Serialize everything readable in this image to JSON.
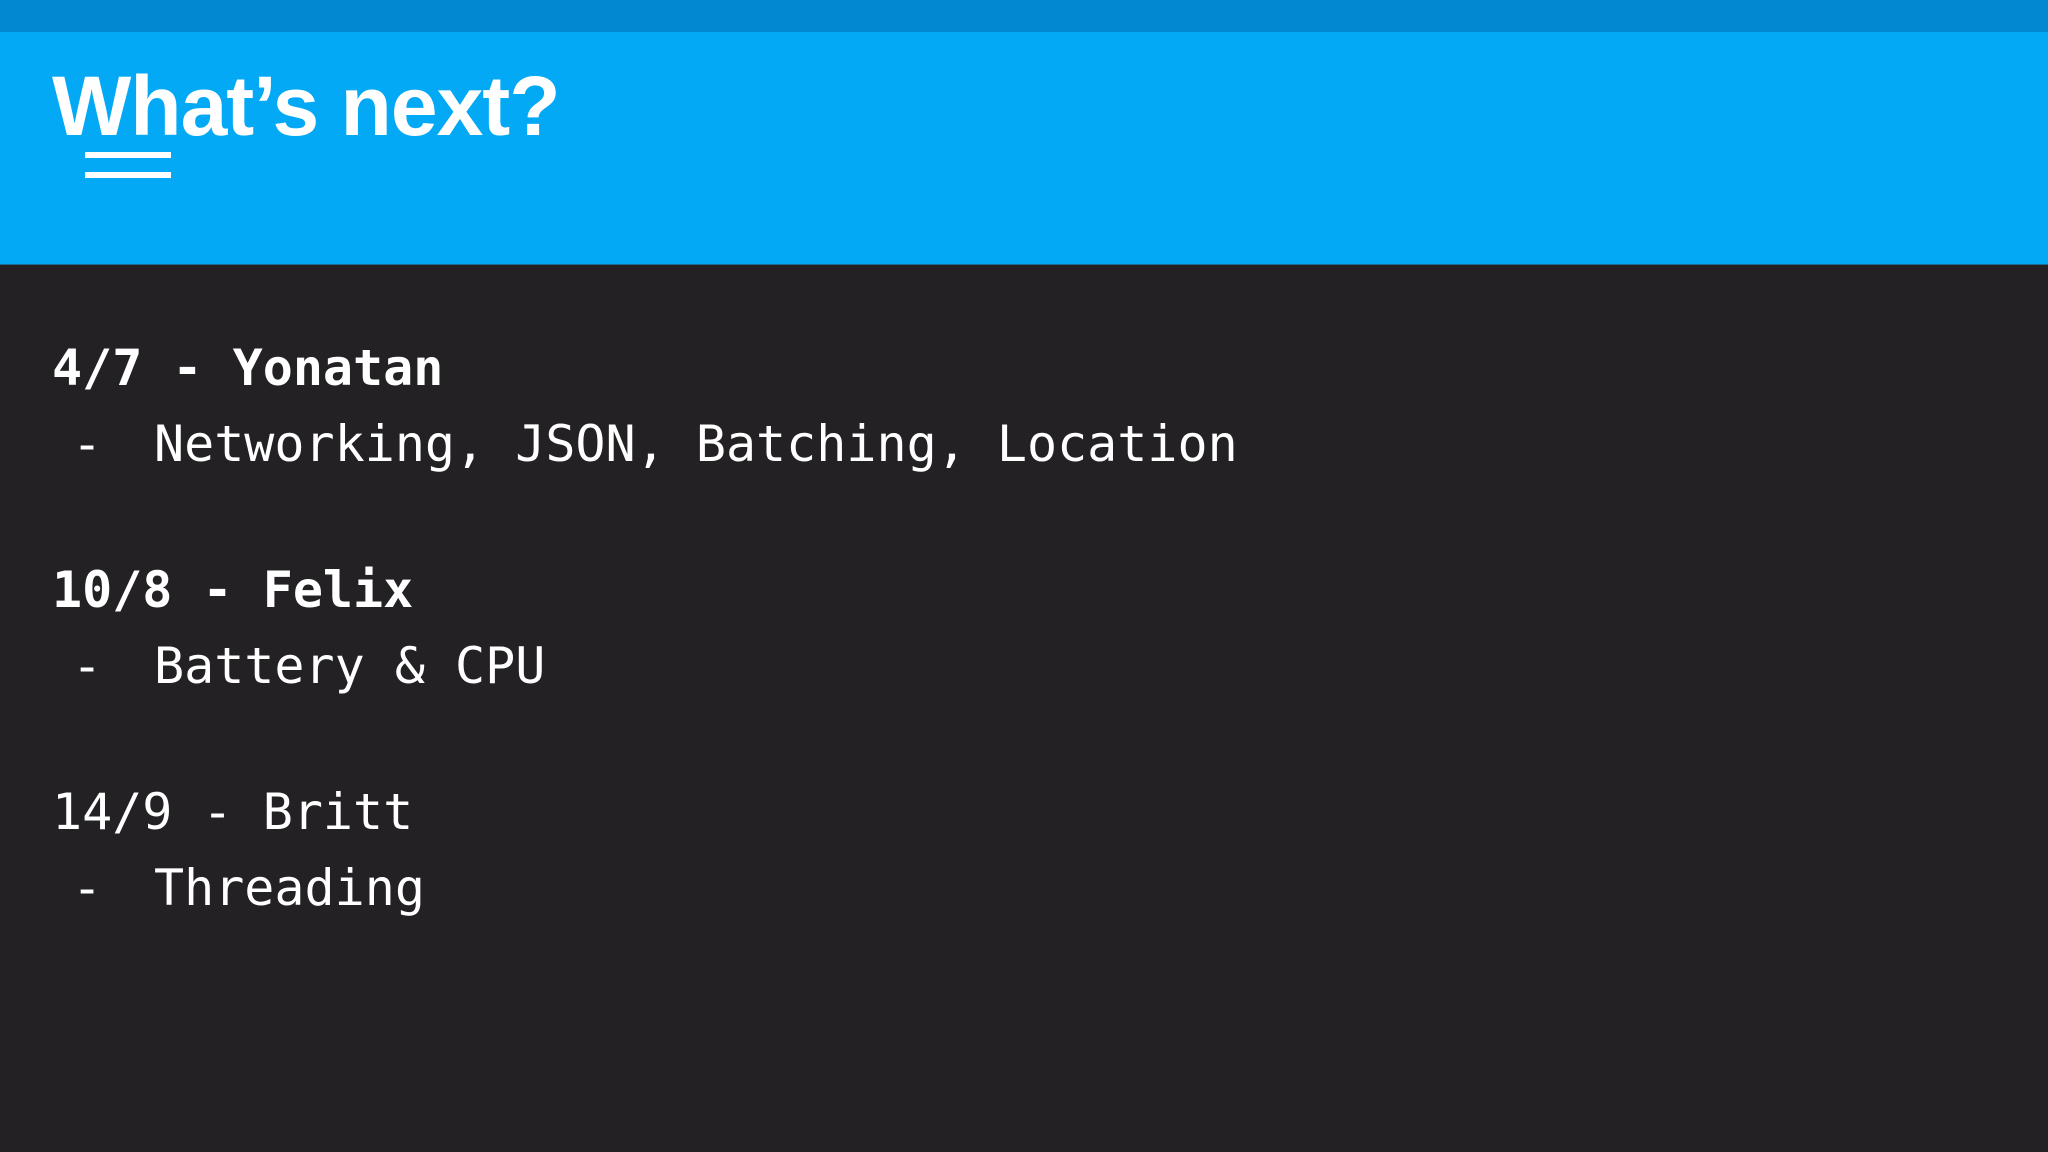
{
  "slide": {
    "title": "What’s next?"
  },
  "sessions": [
    {
      "heading": "4/7 - Yonatan",
      "bullet": "-",
      "topics": "Networking, JSON, Batching, Location"
    },
    {
      "heading": "10/8 - Felix",
      "bullet": "-",
      "topics": "Battery & CPU"
    },
    {
      "heading": "14/9 - Britt",
      "bullet": "-",
      "topics": "Threading"
    }
  ],
  "colors": {
    "header_background": "#03a9f4",
    "top_strip": "#0288d1",
    "body_background": "#232124",
    "text": "#ffffff"
  }
}
